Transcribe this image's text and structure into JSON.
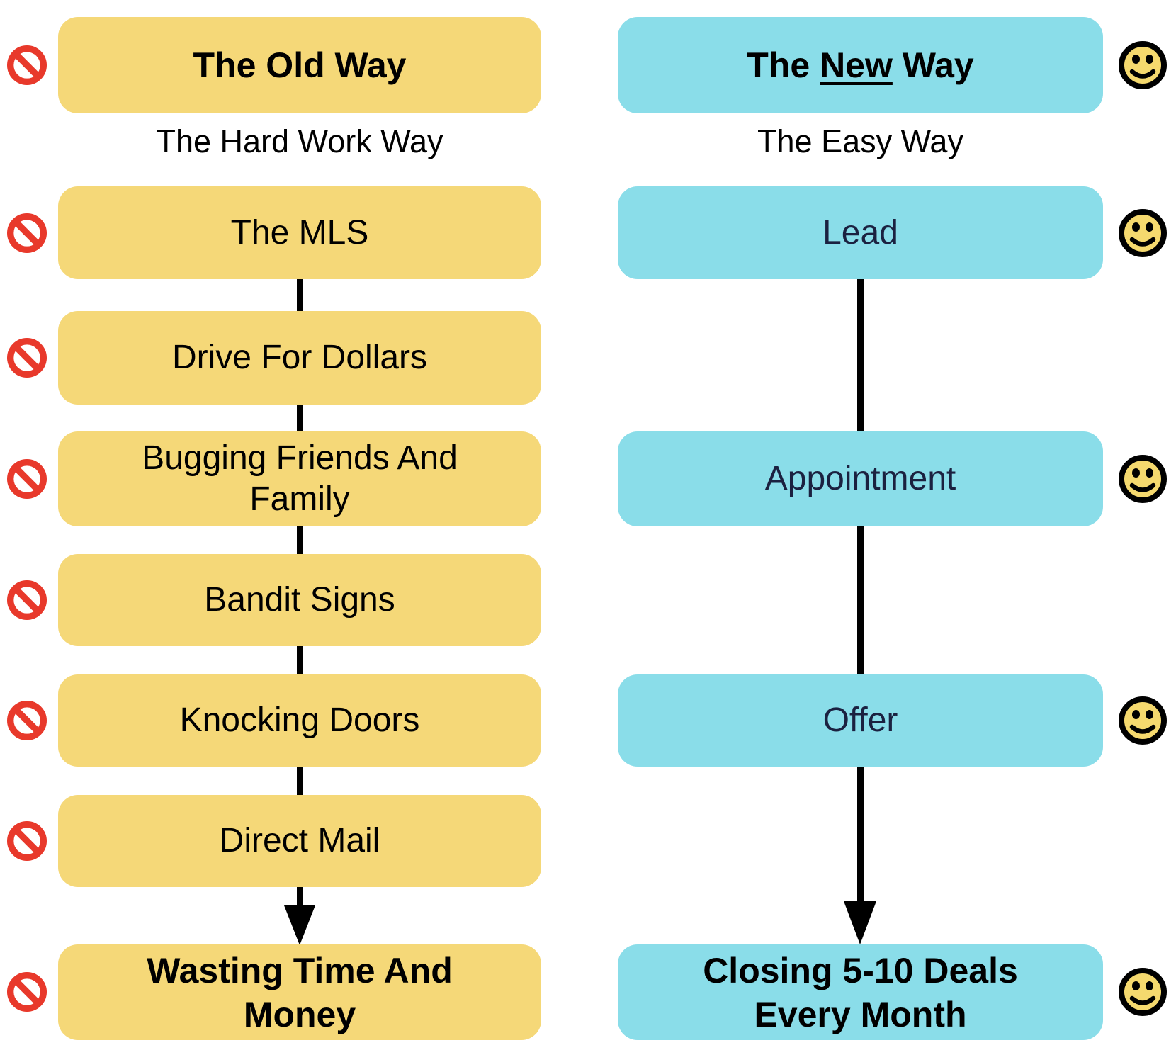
{
  "diagram": {
    "old_way": {
      "title": "The Old Way",
      "subtitle": "The Hard Work Way",
      "steps": [
        "The MLS",
        "Drive For Dollars",
        "Bugging Friends And Family",
        "Bandit Signs",
        "Knocking Doors",
        "Direct Mail"
      ],
      "result": "Wasting Time And Money",
      "marker_icon": "no-entry-icon"
    },
    "new_way": {
      "title_prefix": "The ",
      "title_underlined": "New",
      "title_suffix": " Way",
      "subtitle": "The Easy Way",
      "steps": [
        "Lead",
        "Appointment",
        "Offer"
      ],
      "result": "Closing 5-10 Deals Every Month",
      "marker_icon": "smiley-face-icon"
    },
    "colors": {
      "old_box_yellow": "#F5D878",
      "new_box_cyan": "#8ADDE9",
      "prohibition_red": "#E8392B",
      "smiley_yellow": "#F5D96E",
      "connector_black": "#000000",
      "new_step_text_navy": "#1B2140"
    }
  }
}
